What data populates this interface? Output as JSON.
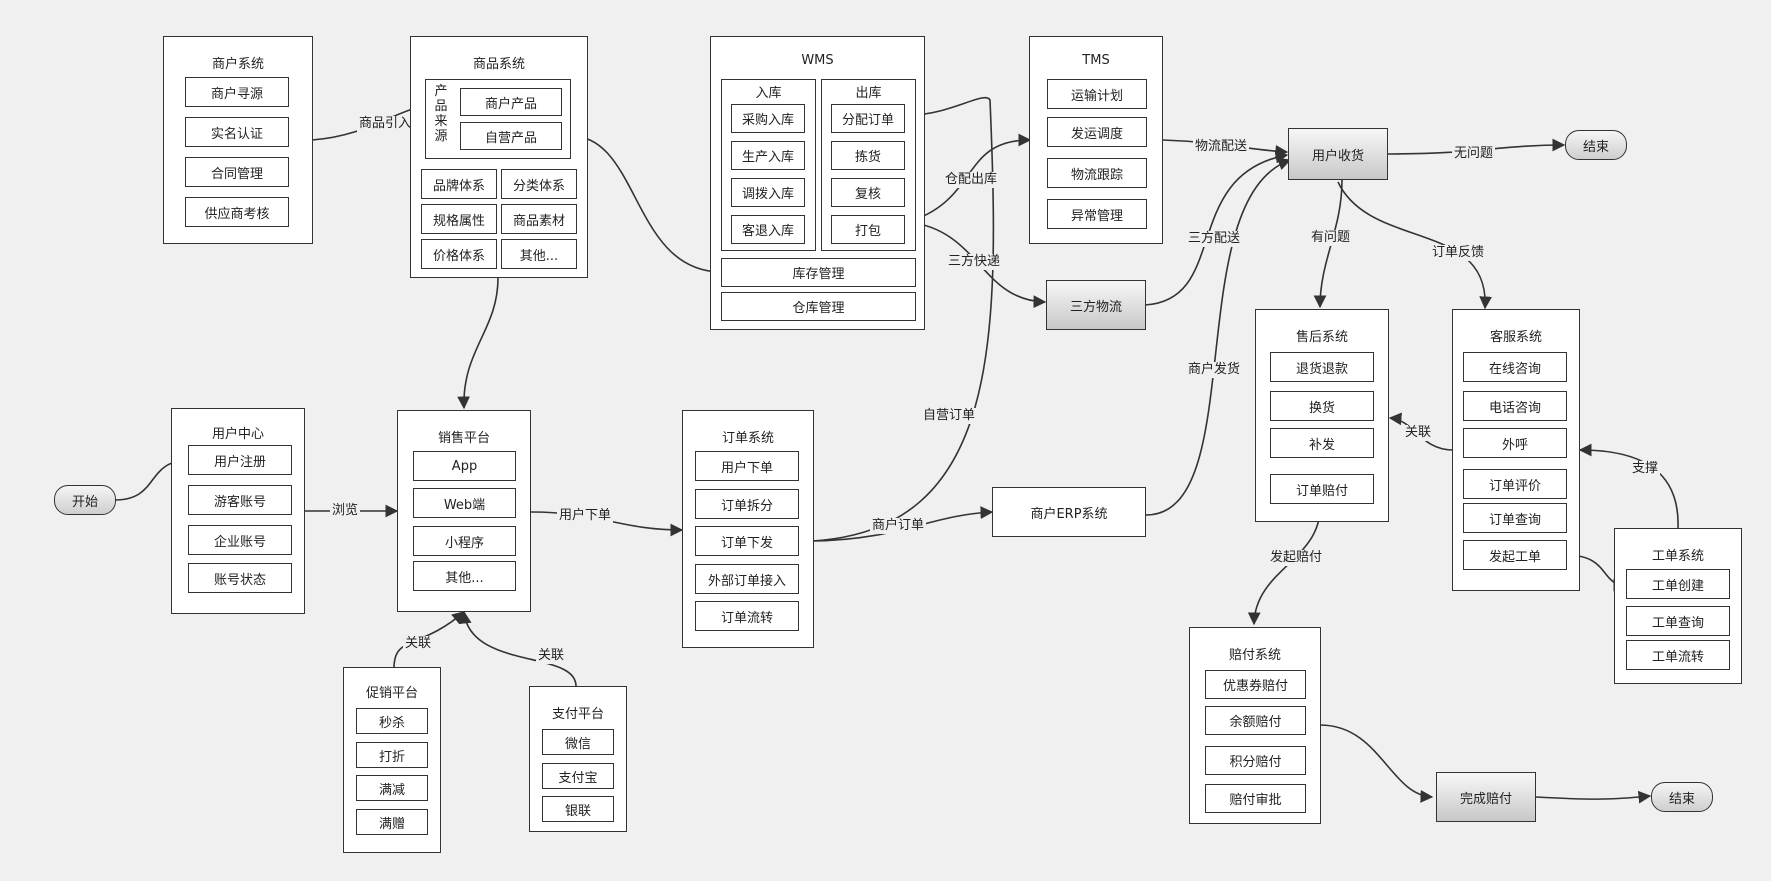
{
  "merchant": {
    "title": "商户系统",
    "items": [
      "商户寻源",
      "实名认证",
      "合同管理",
      "供应商考核"
    ]
  },
  "product": {
    "title": "商品系统",
    "source_label": "产品来源",
    "sources": [
      "商户产品",
      "自营产品"
    ],
    "items": [
      "品牌体系",
      "分类体系",
      "规格属性",
      "商品素材",
      "价格体系",
      "其他..."
    ]
  },
  "wms": {
    "title": "WMS",
    "inbound_title": "入库",
    "inbound": [
      "采购入库",
      "生产入库",
      "调拨入库",
      "客退入库"
    ],
    "outbound_title": "出库",
    "outbound": [
      "分配订单",
      "拣货",
      "复核",
      "打包"
    ],
    "inventory": "库存管理",
    "warehouse": "仓库管理"
  },
  "tms": {
    "title": "TMS",
    "items": [
      "运输计划",
      "发运调度",
      "物流跟踪",
      "异常管理"
    ]
  },
  "third_party": "三方物流",
  "user_receive": "用户收货",
  "end1": "结束",
  "end2": "结束",
  "start": "开始",
  "user_center": {
    "title": "用户中心",
    "items": [
      "用户注册",
      "游客账号",
      "企业账号",
      "账号状态"
    ]
  },
  "sales": {
    "title": "销售平台",
    "items": [
      "App",
      "Web端",
      "小程序",
      "其他..."
    ]
  },
  "order": {
    "title": "订单系统",
    "items": [
      "用户下单",
      "订单拆分",
      "订单下发",
      "外部订单接入",
      "订单流转"
    ]
  },
  "erp": "商户ERP系统",
  "aftersale": {
    "title": "售后系统",
    "items": [
      "退货退款",
      "换货",
      "补发",
      "订单赔付"
    ]
  },
  "cs": {
    "title": "客服系统",
    "items": [
      "在线咨询",
      "电话咨询",
      "外呼",
      "订单评价",
      "订单查询",
      "发起工单"
    ]
  },
  "ticket": {
    "title": "工单系统",
    "items": [
      "工单创建",
      "工单查询",
      "工单流转"
    ]
  },
  "comp": {
    "title": "赔付系统",
    "items": [
      "优惠券赔付",
      "余额赔付",
      "积分赔付",
      "赔付审批"
    ]
  },
  "done_comp": "完成赔付",
  "promo": {
    "title": "促销平台",
    "items": [
      "秒杀",
      "打折",
      "满减",
      "满赠"
    ]
  },
  "pay": {
    "title": "支付平台",
    "items": [
      "微信",
      "支付宝",
      "银联"
    ]
  },
  "edge_labels": {
    "product_import": "商品引入",
    "warehouse_ship": "仓配出库",
    "third_express": "三方快递",
    "logistics": "物流配送",
    "third_delivery": "三方配送",
    "no_problem": "无问题",
    "has_problem": "有问题",
    "order_feedback": "订单反馈",
    "merchant_ship": "商户发货",
    "self_order": "自营订单",
    "merchant_order": "商户订单",
    "browse": "浏览",
    "user_order": "用户下单",
    "assoc1": "关联",
    "assoc2": "关联",
    "assoc3": "关联",
    "support": "支撑",
    "start_comp": "发起赔付"
  },
  "colors": {
    "background": "#f0f0f0",
    "stroke": "#333333",
    "box_fill": "#ffffff"
  }
}
